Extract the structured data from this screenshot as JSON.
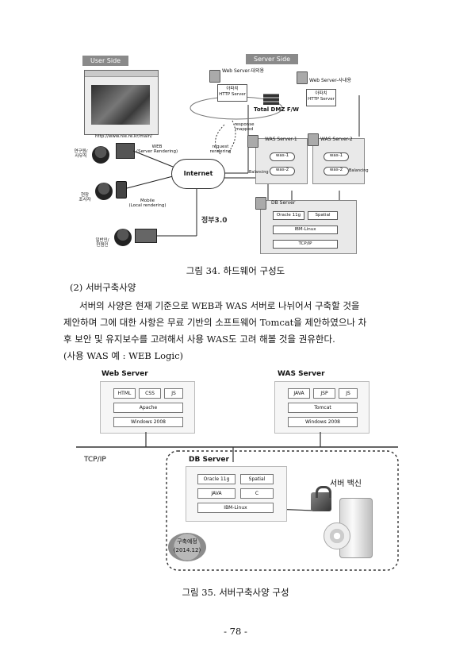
{
  "figure34": {
    "user_side": "User Side",
    "server_side": "Server Side",
    "url": "http://www.nie.re.kr/main/",
    "web_caption": "WEB\n(Server Rendering)",
    "mobile_caption": "Mobile\n(Local rendering)",
    "user1": "연구원/\n사무직",
    "user2": "현장\n조사자",
    "user3": "일반인/\n민원인",
    "request": "request\nrendering",
    "response": "response\nmapped",
    "internet": "Internet",
    "web_server_main": "Web Server-대외용",
    "web_server_internal": "Web Server-사내용",
    "http_server1": "아파치\nHTTP Server",
    "http_server2": "아파치\nHTTP Server",
    "firewall": "Total DMZ F/W",
    "was1": "WAS Server-1",
    "was2": "WAS Server-2",
    "was_a": "was-1",
    "was_b": "was-2",
    "was_c": "was-1",
    "was_d": "was-2",
    "balancing1": "Balancing",
    "balancing2": "Balancing",
    "db_server": "DB Server",
    "oracle": "Oracle 11g",
    "spatial": "Spatial",
    "ibm_linux": "IBM-Linux",
    "tcpip": "TCP/IP",
    "gov_logo": "정부3.0"
  },
  "caption34": "그림 34. 하드웨어 구성도",
  "section_heading": "(2) 서버구축사양",
  "paragraph": [
    "서버의 사양은 현재 기준으로 WEB과 WAS 서버로 나뉘어서 구축할 것을",
    "제안하며 그에 대한 사항은 무료 기반의 소프트웨어 Tomcat을 제안하였으나 차",
    "후 보안 및 유지보수를 고려해서 사용 WAS도 고려 해볼 것을 권유한다.",
    "(사용 WAS 예 : WEB Logic)"
  ],
  "figure35": {
    "web_server": {
      "title": "Web Server",
      "chips": [
        "HTML",
        "CSS",
        "JS"
      ],
      "app": "Apache",
      "os": "Windows 2008"
    },
    "was_server": {
      "title": "WAS Server",
      "chips": [
        "JAVA",
        "JSP",
        "JS"
      ],
      "app": "Tomcat",
      "os": "Windows 2008"
    },
    "tcpip": "TCP/IP",
    "db_server": {
      "title": "DB Server",
      "chips_row1": [
        "Oracle 11g",
        "Spatial"
      ],
      "chips_row2": [
        "JAVA",
        "C"
      ],
      "os": "IBM-Linux"
    },
    "vaccine": "서버 백신",
    "badge_line1": "구축예정",
    "badge_line2": "(2014.12)"
  },
  "caption35": "그림 35. 서버구축사양 구성",
  "page_number": "- 78 -"
}
